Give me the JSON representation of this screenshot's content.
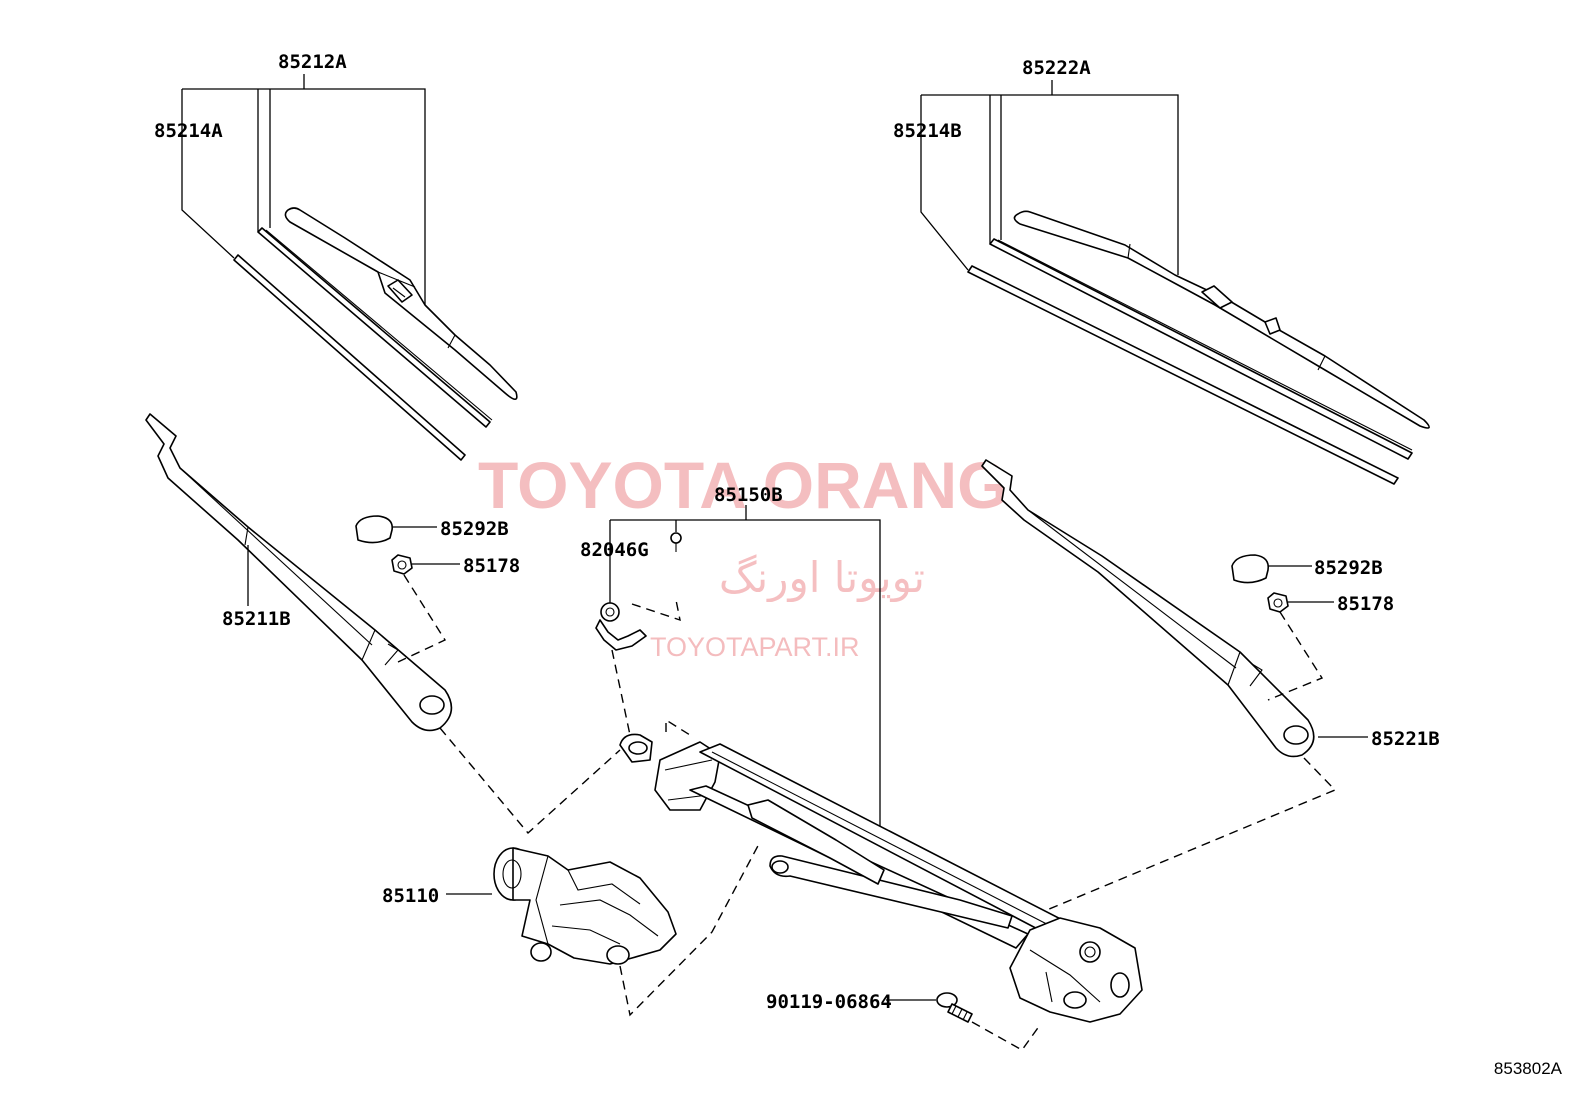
{
  "watermark": {
    "brand": "TOYOTA ORANG",
    "brand_fa": "تویوتا اورنگ",
    "site": "TOYOTAPART.IR"
  },
  "labels": {
    "blade_left_assy": "85212A",
    "refill_left": "85214A",
    "blade_right_assy": "85222A",
    "refill_right": "85214B",
    "link_assy": "85150B",
    "connector": "82046G",
    "cap_left": "85292B",
    "nut_left": "85178",
    "arm_left": "85211B",
    "cap_right": "85292B",
    "nut_right": "85178",
    "arm_right": "85221B",
    "motor": "85110",
    "bolt": "90119-06864"
  },
  "illustration_code": "853802A",
  "colors": {
    "ink": "#000000",
    "watermark": "#f4b9bb",
    "background": "#ffffff"
  }
}
